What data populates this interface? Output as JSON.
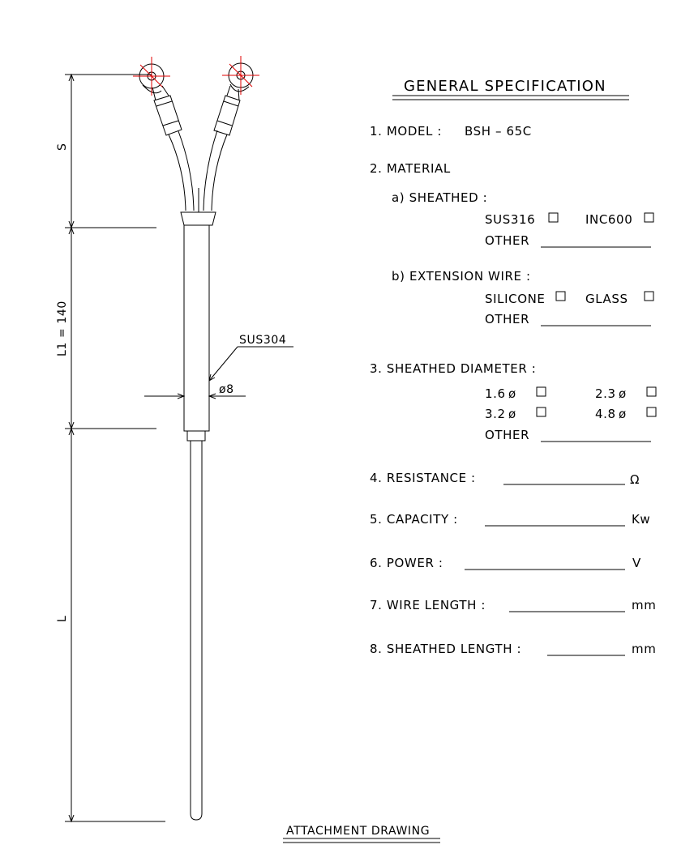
{
  "title": "GENERAL SPECIFICATION",
  "footer": "ATTACHMENT DRAWING",
  "model": {
    "label": "1. MODEL :",
    "value": "BSH  –  65C"
  },
  "material": {
    "label": "2. MATERIAL",
    "sheathed": {
      "label": "a) SHEATHED :",
      "opt1": "SUS316",
      "opt2": "INC600",
      "other": "OTHER"
    },
    "extension": {
      "label": "b) EXTENSION WIRE :",
      "opt1": "SILICONE",
      "opt2": "GLASS",
      "other": "OTHER"
    }
  },
  "diameter": {
    "label": "3. SHEATHED DIAMETER :",
    "opt1": "1.6",
    "opt2": "2.3",
    "opt3": "3.2",
    "opt4": "4.8",
    "symbol": "ø",
    "other": "OTHER"
  },
  "resistance": {
    "label": "4. RESISTANCE :",
    "unit": "Ω"
  },
  "capacity": {
    "label": "5. CAPACITY :",
    "unit": "Kw"
  },
  "power": {
    "label": "6. POWER :",
    "unit": "V"
  },
  "wire_length": {
    "label": "7. WIRE LENGTH :",
    "unit": "mm"
  },
  "sheathed_length": {
    "label": "8. SHEATHED LENGTH :",
    "unit": "mm"
  },
  "dimensions": {
    "s": "S",
    "l1": "L1 = 140",
    "l": "L",
    "material": "SUS304",
    "diameter": "ø8"
  }
}
